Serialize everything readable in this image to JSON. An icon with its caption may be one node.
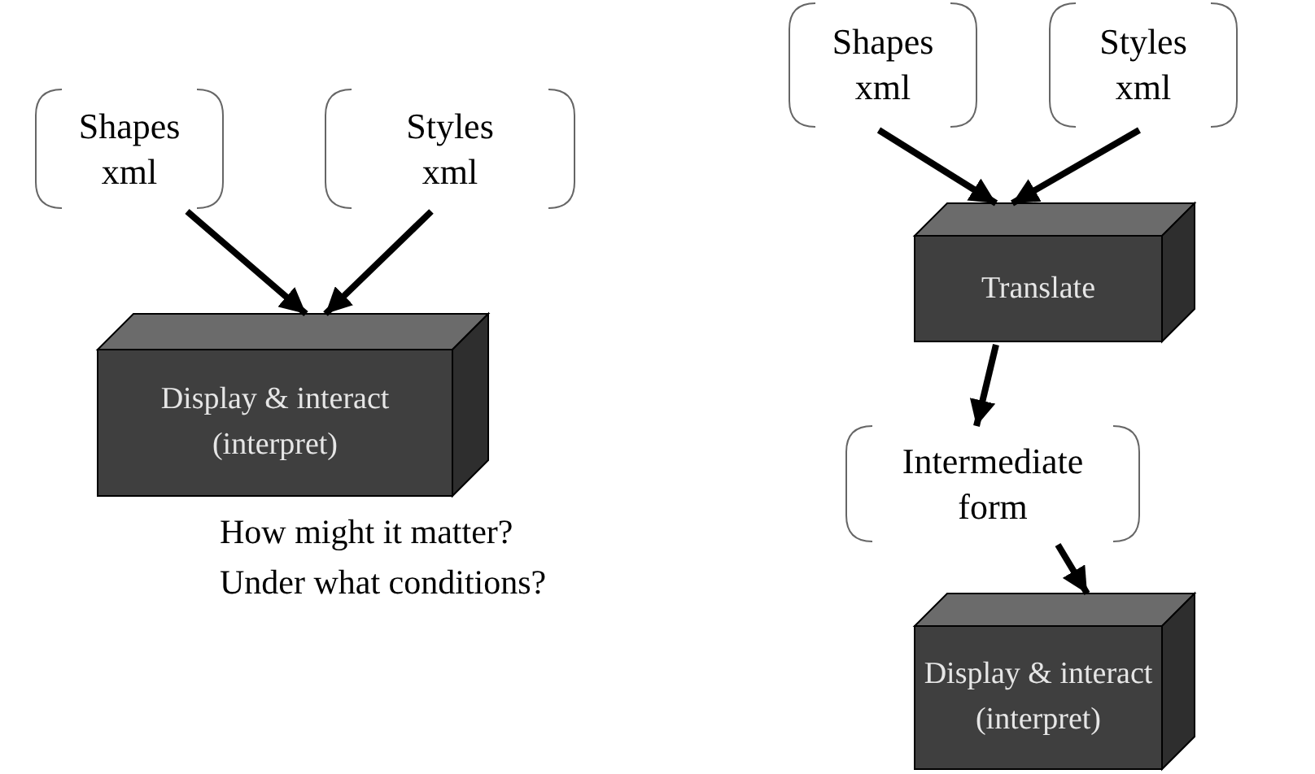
{
  "diagram": {
    "nodes": [
      {
        "text": [
          "Shapes xml"
        ]
      },
      {
        "text": [
          "Styles xml"
        ]
      },
      {
        "text": [
          "Display & interact (interpret)"
        ]
      },
      {
        "text": [
          "Shapes xml"
        ]
      },
      {
        "text": [
          "Styles xml"
        ]
      },
      {
        "text": [
          "Translate"
        ]
      },
      {
        "text": [
          "Intermediate form"
        ]
      },
      {
        "text": [
          "Display & interact (interpret)"
        ]
      }
    ],
    "edges": [
      {
        "from": 0,
        "to": 2,
        "arrow": "to"
      },
      {
        "from": 1,
        "to": 2,
        "arrow": "to"
      },
      {
        "from": 3,
        "to": 5,
        "arrow": "to"
      },
      {
        "from": 4,
        "to": 5,
        "arrow": "to"
      },
      {
        "from": 5,
        "to": 6,
        "arrow": "to"
      },
      {
        "from": 6,
        "to": 7,
        "arrow": "to"
      }
    ],
    "labels": [
      "How might it matter?",
      "Under what conditions?"
    ]
  }
}
